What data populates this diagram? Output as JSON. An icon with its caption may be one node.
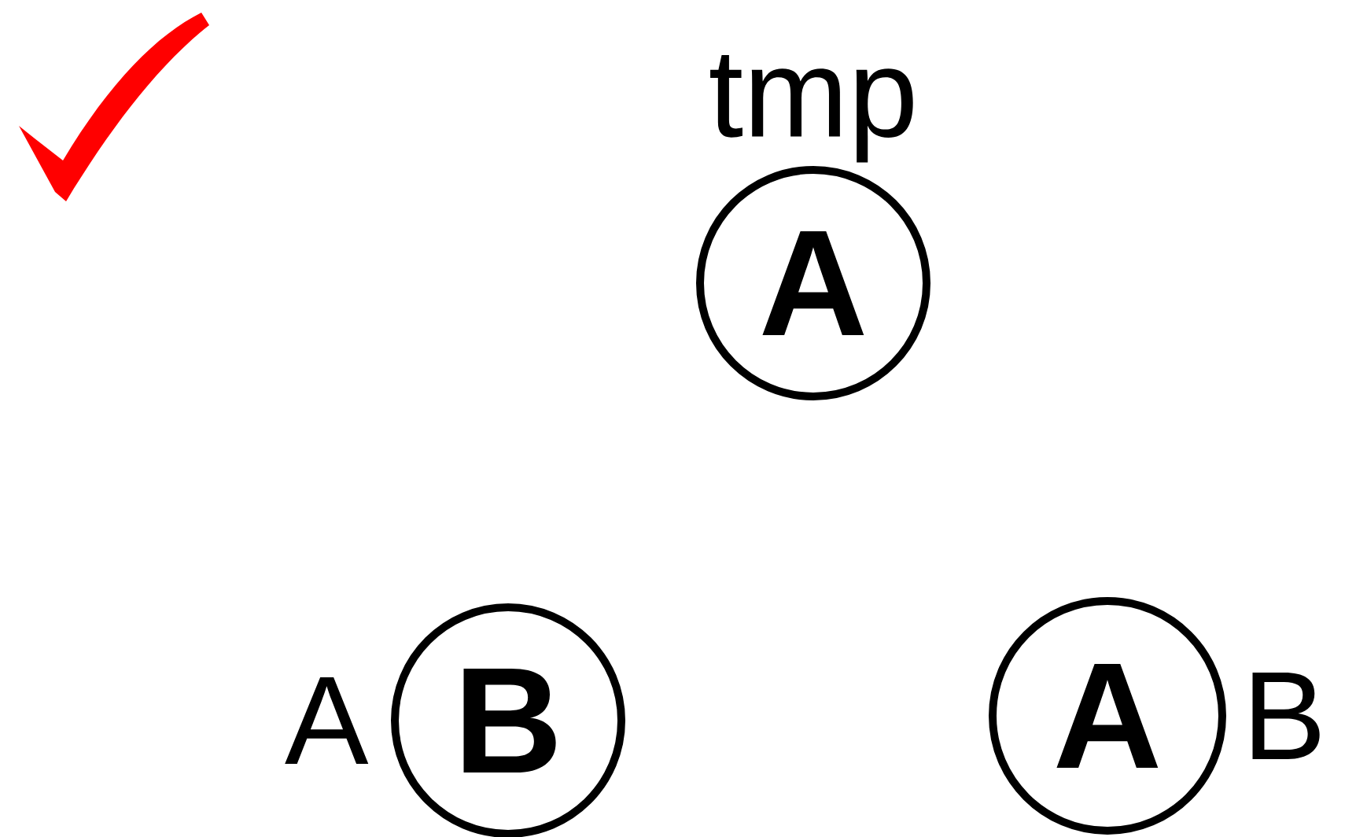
{
  "diagram": {
    "nodes": [
      {
        "text": [
          "A"
        ],
        "beside": [
          "tmp"
        ]
      },
      {
        "text": [
          "B"
        ],
        "beside": [
          "A"
        ]
      },
      {
        "text": [
          "A"
        ],
        "beside": [
          "B"
        ]
      }
    ]
  }
}
